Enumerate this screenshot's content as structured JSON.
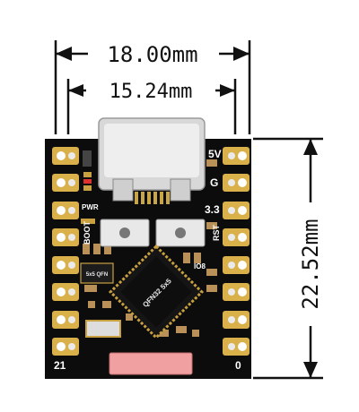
{
  "dimensions": {
    "outer_width": "18.00mm",
    "pin_pitch_span": "15.24mm",
    "height": "22.52mm"
  },
  "silkscreen": {
    "v5": "5V",
    "gnd": "G",
    "v33": "3.3",
    "pwr": "PWR",
    "boot": "BOOT",
    "rst": "RST",
    "io8": "IO8",
    "pin21": "21",
    "pin0": "0"
  },
  "chip": {
    "marking": "QFN32 5x5",
    "small_ic_marking": "5x5 QFN"
  },
  "colors": {
    "board": "#0c0c0c",
    "pad_gold": "#d9b04a",
    "connector_metal": "#d4d4d4",
    "antenna": "#f0a0a0"
  }
}
